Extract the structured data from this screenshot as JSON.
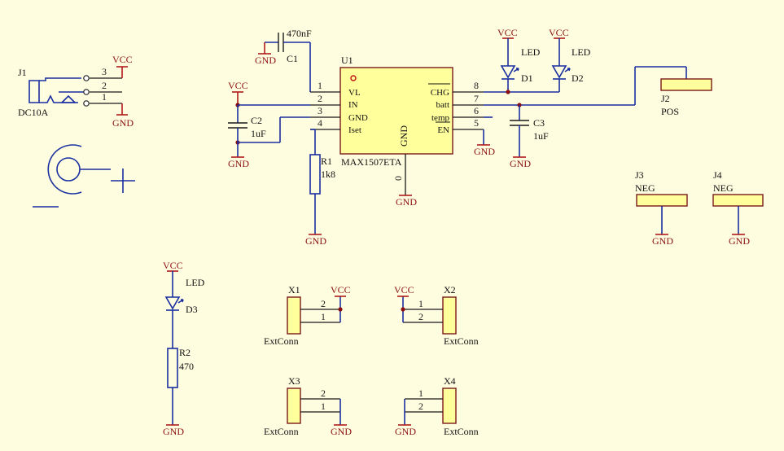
{
  "labels": {
    "vcc": "VCC",
    "gnd": "GND",
    "led": "LED",
    "zero": "0"
  },
  "j1": {
    "ref": "J1",
    "value": "DC10A",
    "pins": [
      "3",
      "2",
      "1"
    ]
  },
  "c1": {
    "ref": "C1",
    "value": "470nF"
  },
  "c2": {
    "ref": "C2",
    "value": "1uF"
  },
  "c3": {
    "ref": "C3",
    "value": "1uF"
  },
  "r1": {
    "ref": "R1",
    "value": "1k8"
  },
  "r2": {
    "ref": "R2",
    "value": "470"
  },
  "u1": {
    "ref": "U1",
    "part": "MAX1507ETA",
    "gnd_label": "GND",
    "left_pins": [
      {
        "num": "1",
        "name": "VL"
      },
      {
        "num": "2",
        "name": "IN"
      },
      {
        "num": "3",
        "name": "GND"
      },
      {
        "num": "4",
        "name": "Iset"
      }
    ],
    "right_pins": [
      {
        "num": "8",
        "name": "CHG"
      },
      {
        "num": "7",
        "name": "batt"
      },
      {
        "num": "6",
        "name": "temp"
      },
      {
        "num": "5",
        "name": "EN"
      }
    ]
  },
  "d1": {
    "ref": "D1"
  },
  "d2": {
    "ref": "D2"
  },
  "d3": {
    "ref": "D3"
  },
  "j2": {
    "ref": "J2",
    "value": "POS"
  },
  "j3": {
    "ref": "J3",
    "value": "NEG"
  },
  "j4": {
    "ref": "J4",
    "value": "NEG"
  },
  "x1": {
    "ref": "X1",
    "value": "ExtConn",
    "pin_top": "2",
    "pin_bottom": "1"
  },
  "x2": {
    "ref": "X2",
    "value": "ExtConn",
    "pin_top": "1",
    "pin_bottom": "2"
  },
  "x3": {
    "ref": "X3",
    "value": "ExtConn",
    "pin_top": "2",
    "pin_bottom": "1"
  },
  "x4": {
    "ref": "X4",
    "value": "ExtConn",
    "pin_top": "1",
    "pin_bottom": "2"
  }
}
